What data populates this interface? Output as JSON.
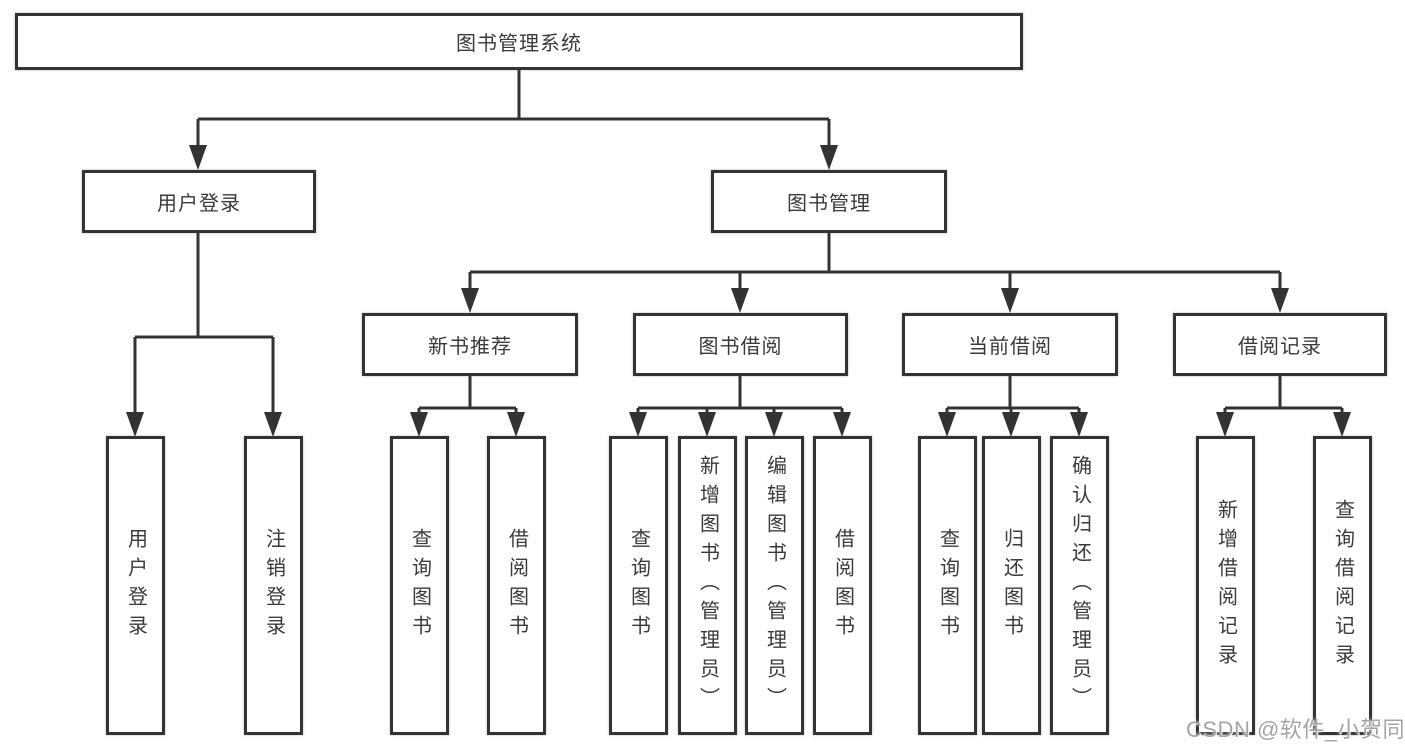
{
  "tree": {
    "root": {
      "label": "图书管理系统"
    },
    "children": [
      {
        "label": "用户登录",
        "children": [
          {
            "label": "用户登录"
          },
          {
            "label": "注销登录"
          }
        ]
      },
      {
        "label": "图书管理",
        "children": [
          {
            "label": "新书推荐",
            "children": [
              {
                "label": "查询图书"
              },
              {
                "label": "借阅图书"
              }
            ]
          },
          {
            "label": "图书借阅",
            "children": [
              {
                "label": "查询图书"
              },
              {
                "label": "新增图书（管理员）"
              },
              {
                "label": "编辑图书（管理员）"
              },
              {
                "label": "借阅图书"
              }
            ]
          },
          {
            "label": "当前借阅",
            "children": [
              {
                "label": "查询图书"
              },
              {
                "label": "归还图书"
              },
              {
                "label": "确认归还（管理员）"
              }
            ]
          },
          {
            "label": "借阅记录",
            "children": [
              {
                "label": "新增借阅记录"
              },
              {
                "label": "查询借阅记录"
              }
            ]
          }
        ]
      }
    ]
  },
  "watermark": {
    "text": "CSDN @软件_小贺同学"
  },
  "colors": {
    "line": "#333333",
    "text": "#3a3a3a",
    "watermark": "#a4a4a4",
    "background": "#ffffff"
  }
}
